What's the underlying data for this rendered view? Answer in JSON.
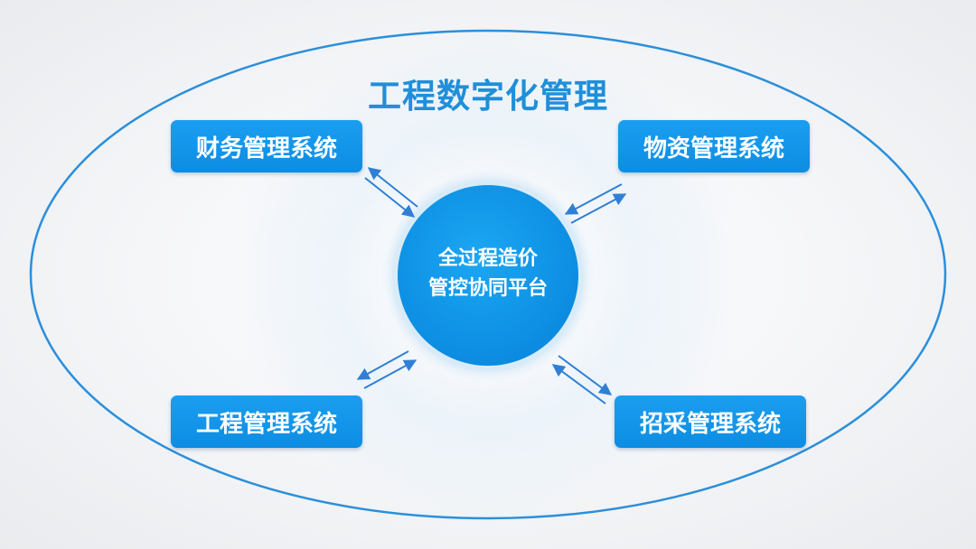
{
  "title": "工程数字化管理",
  "center": {
    "line1": "全过程造价",
    "line2": "管控协同平台"
  },
  "systems": {
    "finance": "财务管理系统",
    "material": "物资管理系统",
    "engineering": "工程管理系统",
    "procurement": "招采管理系统"
  },
  "colors": {
    "primary": "#1b9ef0",
    "title": "#1f8fd9",
    "arrow": "#2f7fd6",
    "outline": "#2a8fdb"
  }
}
